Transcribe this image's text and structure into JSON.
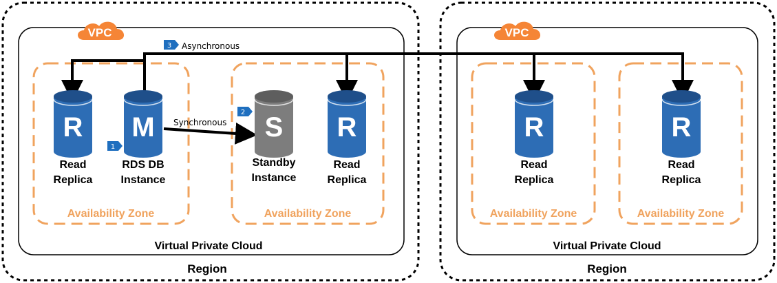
{
  "regions": [
    {
      "label": "Region"
    },
    {
      "label": "Region"
    }
  ],
  "vpcs": [
    {
      "tag": "VPC",
      "caption": "Virtual Private Cloud"
    },
    {
      "tag": "VPC",
      "caption": "Virtual Private Cloud"
    }
  ],
  "zones": [
    {
      "label": "Availability Zone"
    },
    {
      "label": "Availability Zone"
    },
    {
      "label": "Availability Zone"
    },
    {
      "label": "Availability Zone"
    }
  ],
  "databases": [
    {
      "letter": "R",
      "line1": "Read",
      "line2": "Replica",
      "color": "#2d6db5"
    },
    {
      "letter": "M",
      "line1": "RDS DB",
      "line2": "Instance",
      "color": "#2d6db5"
    },
    {
      "letter": "S",
      "line1": "Standby",
      "line2": "Instance",
      "color": "#7d7d7d"
    },
    {
      "letter": "R",
      "line1": "Read",
      "line2": "Replica",
      "color": "#2d6db5"
    },
    {
      "letter": "R",
      "line1": "Read",
      "line2": "Replica",
      "color": "#2d6db5"
    },
    {
      "letter": "R",
      "line1": "Read",
      "line2": "Replica",
      "color": "#2d6db5"
    }
  ],
  "connections": {
    "sync_label": "Synchronous",
    "async_label": "Asynchronous"
  },
  "badges": [
    "1",
    "2",
    "3"
  ],
  "colors": {
    "db_blue": "#2d6db5",
    "db_blue_dark": "#1f4f8a",
    "db_gray": "#7d7d7d",
    "az_orange": "#f0a35e",
    "vpc_cloud": "#f58536",
    "badge_blue": "#1f6fbf"
  }
}
